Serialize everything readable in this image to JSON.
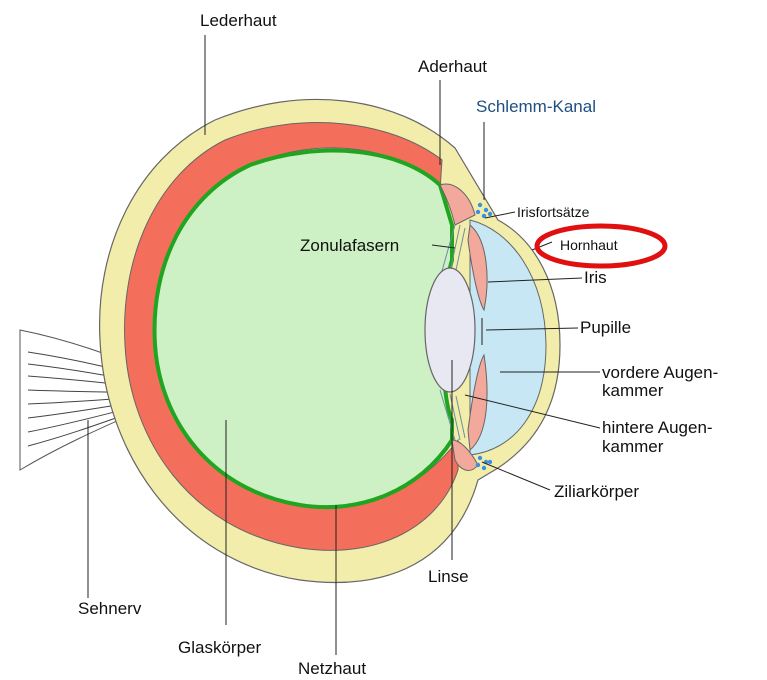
{
  "colors": {
    "sclera": "#f3edab",
    "choroid": "#f36f5c",
    "retina": "#1fa51f",
    "vitreous": "#cdf0c4",
    "cornea_chamber": "#c6e7f3",
    "lens": "#e8e8f2",
    "ciliary": "#f2a89a",
    "canal_dots": "#3b8fe0",
    "highlight_ring": "#e01010",
    "canal_label": "#1f4f80"
  },
  "labels": {
    "lederhaut": "Lederhaut",
    "aderhaut": "Aderhaut",
    "schlemm_kanal": "Schlemm-Kanal",
    "irisfortsaetze": "Irisfortsätze",
    "zonulafasern": "Zonulafasern",
    "hornhaut": "Hornhaut",
    "iris": "Iris",
    "pupille": "Pupille",
    "vordere_line1": "vordere Augen-",
    "vordere_line2": "kammer",
    "hintere_line1": "hintere Augen-",
    "hintere_line2": "kammer",
    "ziliarkoerper": "Ziliarkörper",
    "linse": "Linse",
    "sehnerv": "Sehnerv",
    "glaskoerper": "Glaskörper",
    "netzhaut": "Netzhaut"
  },
  "highlighted_label": "Hornhaut"
}
